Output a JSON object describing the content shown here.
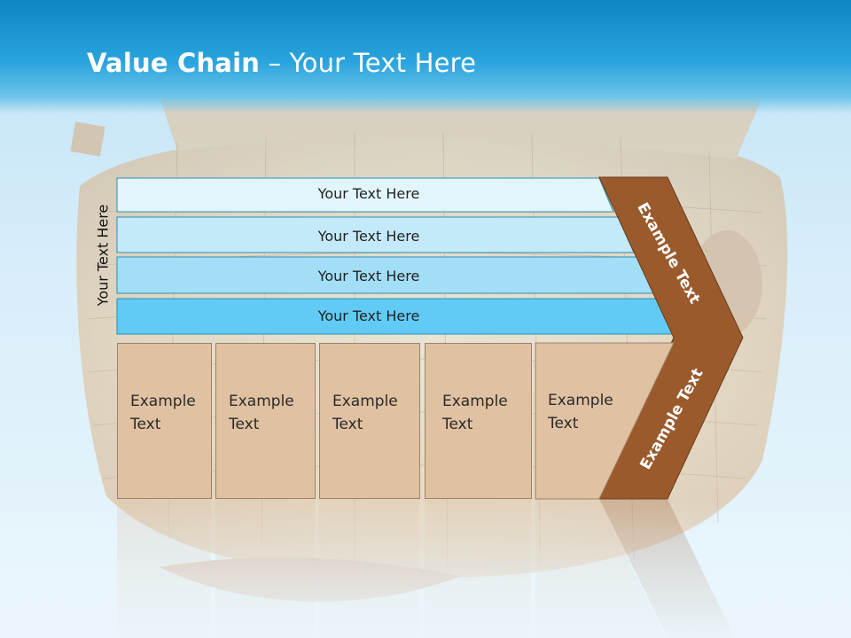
{
  "title": {
    "bold": "Value Chain",
    "rest": " – Your Text Here"
  },
  "side_label": "Your Text Here",
  "bars": [
    {
      "label": "Your Text Here",
      "fill": "#e3f5fc"
    },
    {
      "label": "Your Text Here",
      "fill": "#c4eafa"
    },
    {
      "label": "Your Text Here",
      "fill": "#a3def7"
    },
    {
      "label": "Your Text Here",
      "fill": "#62cbf5"
    }
  ],
  "boxes": [
    {
      "line1": "Example",
      "line2": "Text"
    },
    {
      "line1": "Example",
      "line2": "Text"
    },
    {
      "line1": "Example",
      "line2": "Text"
    },
    {
      "line1": "Example",
      "line2": "Text"
    },
    {
      "line1": "Example",
      "line2": "Text"
    }
  ],
  "chevron": {
    "upper_label": "Example Text",
    "lower_label": "Example Text",
    "fill": "#9a5a2c"
  },
  "colors": {
    "header": "#1a95d2",
    "box_fill": "#e0c1a1"
  }
}
